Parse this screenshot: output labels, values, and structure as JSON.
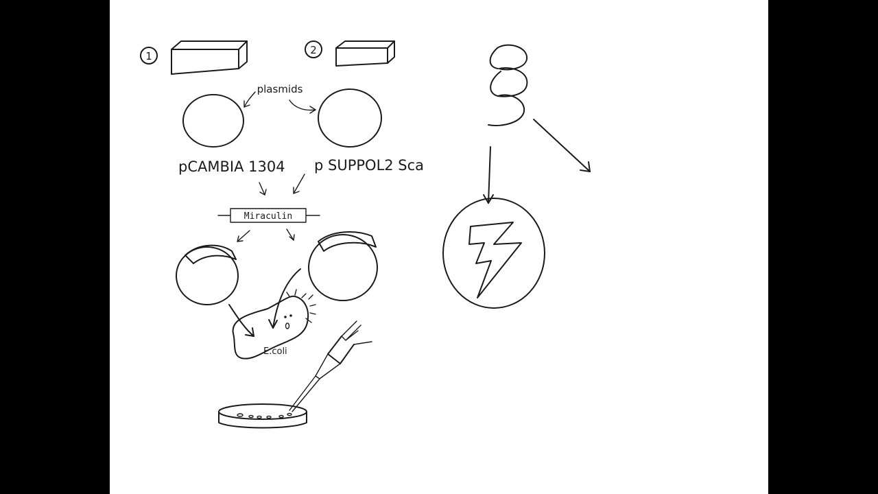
{
  "colors": {
    "letterbox": "#000000",
    "canvas": "#ffffff",
    "ink": "#1a1a1a"
  },
  "labels": {
    "step1": "1",
    "step2": "2",
    "plasmids": "plasmids",
    "plasmid_left": "pCAMBIA 1304",
    "plasmid_right": "p SUPPOL2 Sca",
    "gene": "Miraculin",
    "bacterium": "E.coli"
  },
  "icons": {
    "box_1": "box-icon",
    "box_2": "box-icon",
    "spring": "coil-icon",
    "lightning": "lightning-bolt-icon",
    "pipette": "pipette-icon",
    "petri_dish": "petri-dish-icon"
  }
}
